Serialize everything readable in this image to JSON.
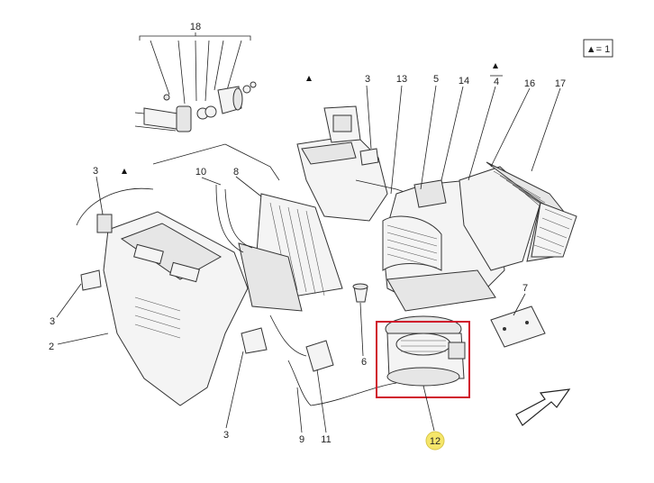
{
  "legend": {
    "symbol": "▲",
    "text": "= 1"
  },
  "callouts": [
    {
      "id": "c18",
      "text": "18"
    },
    {
      "id": "c3a",
      "text": "3"
    },
    {
      "id": "c13",
      "text": "13"
    },
    {
      "id": "c5",
      "text": "5"
    },
    {
      "id": "c14",
      "text": "14"
    },
    {
      "id": "c4",
      "text": "4"
    },
    {
      "id": "c16",
      "text": "16"
    },
    {
      "id": "c17",
      "text": "17"
    },
    {
      "id": "c3b",
      "text": "3"
    },
    {
      "id": "c10",
      "text": "10"
    },
    {
      "id": "c8",
      "text": "8"
    },
    {
      "id": "c3c",
      "text": "3"
    },
    {
      "id": "c2",
      "text": "2"
    },
    {
      "id": "c6",
      "text": "6"
    },
    {
      "id": "c7",
      "text": "7"
    },
    {
      "id": "c3d",
      "text": "3"
    },
    {
      "id": "c9",
      "text": "9"
    },
    {
      "id": "c11",
      "text": "11"
    },
    {
      "id": "c12",
      "text": "12"
    }
  ],
  "highlight": {
    "part": "12",
    "box_color": "#d0142c",
    "badge_color": "#f5e66a"
  }
}
